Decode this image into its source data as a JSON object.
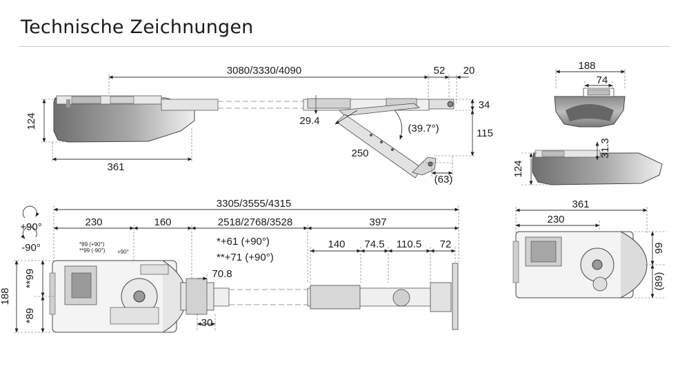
{
  "header": {
    "title": "Technische Zeichnungen"
  },
  "side_view": {
    "rail_length": "3080/3330/4090",
    "dim_52": "52",
    "dim_20": "20",
    "height_124": "124",
    "length_361": "361",
    "dim_29_4": "29.4",
    "arm_250": "250",
    "angle": "(39.7°)",
    "dim_34": "34",
    "dim_115": "115",
    "dim_63": "(63)"
  },
  "end_view": {
    "width_188": "188",
    "width_74": "74"
  },
  "motor_side": {
    "height_124": "124",
    "dim_31_3": "31.3"
  },
  "top_view": {
    "total_length": "3305/3555/4315",
    "dim_230": "230",
    "dim_160": "160",
    "rail_length": "2518/2768/3528",
    "dim_397": "397",
    "dim_140": "140",
    "dim_74_5": "74.5",
    "dim_110_5": "110.5",
    "dim_72": "72",
    "rot_plus": "+90°",
    "rot_minus": "-90°",
    "note_plus_61": "*+61 (+90°)",
    "note_plus_71": "**+71 (+90°)",
    "small_note_1": "*89 (+90°)",
    "small_note_2": "**99 (-90°)",
    "small_note_3": "+90°",
    "dim_70_8": "70.8",
    "dim_30": "30",
    "width_188": "188",
    "dim_99": "**99",
    "dim_89": "*89"
  },
  "plan_view": {
    "length_361": "361",
    "dim_230": "230",
    "dim_99": "99",
    "dim_89": "(89)"
  }
}
